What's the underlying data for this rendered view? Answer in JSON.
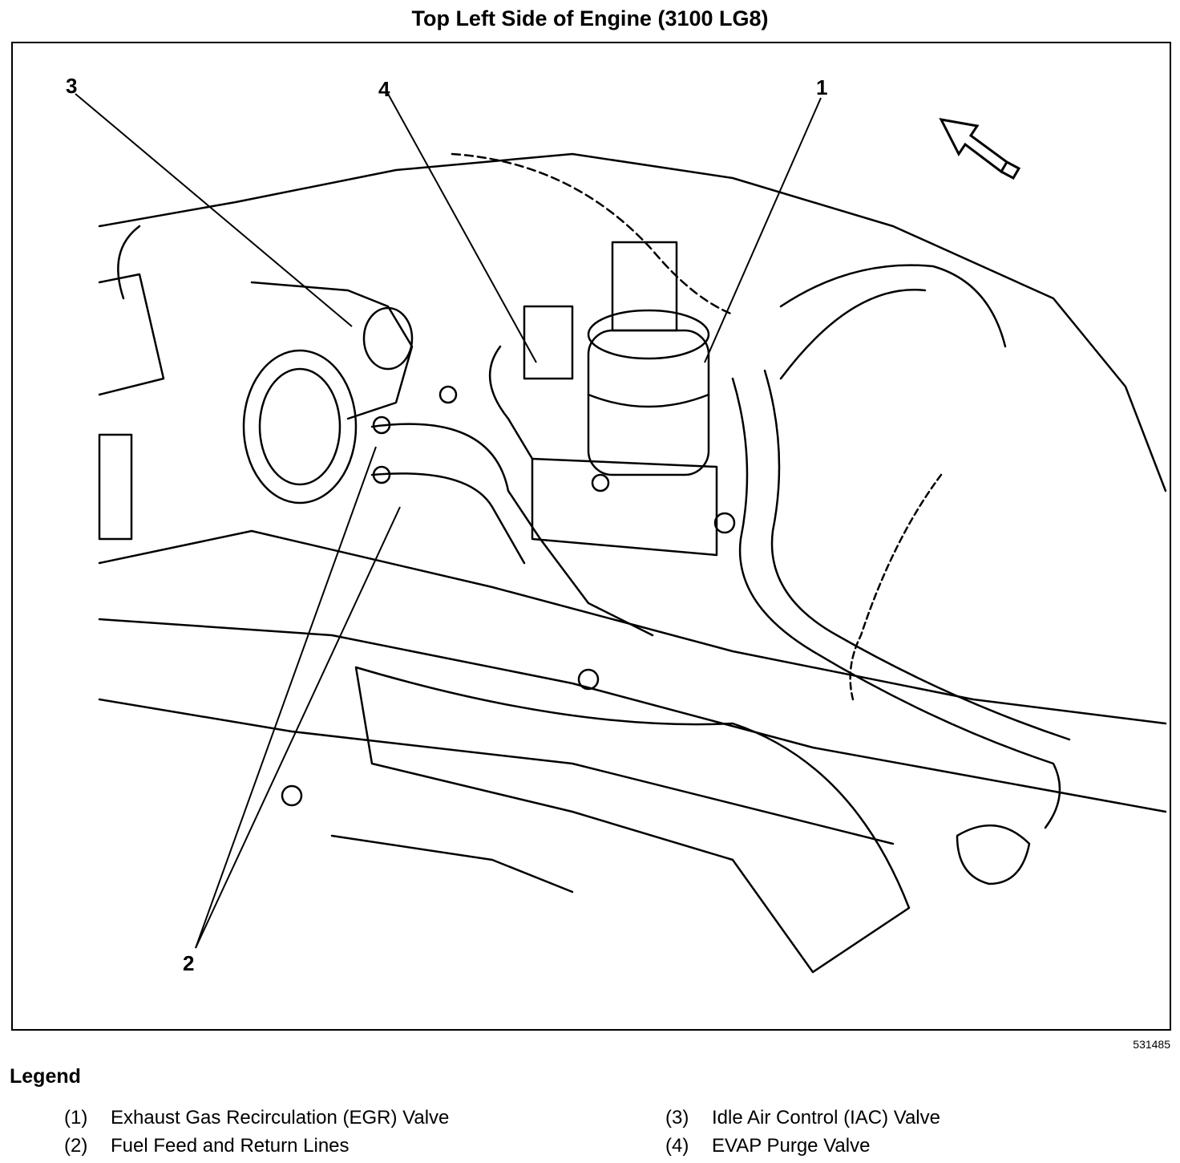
{
  "title": "Top Left Side of Engine (3100 LG8)",
  "figure_id": "531485",
  "callouts": [
    "1",
    "2",
    "3",
    "4"
  ],
  "legend": {
    "heading": "Legend",
    "items": [
      {
        "num": "(1)",
        "label": "Exhaust Gas Recirculation (EGR) Valve"
      },
      {
        "num": "(2)",
        "label": "Fuel Feed and Return Lines"
      },
      {
        "num": "(3)",
        "label": "Idle Air Control (IAC) Valve"
      },
      {
        "num": "(4)",
        "label": "EVAP Purge Valve"
      }
    ]
  }
}
